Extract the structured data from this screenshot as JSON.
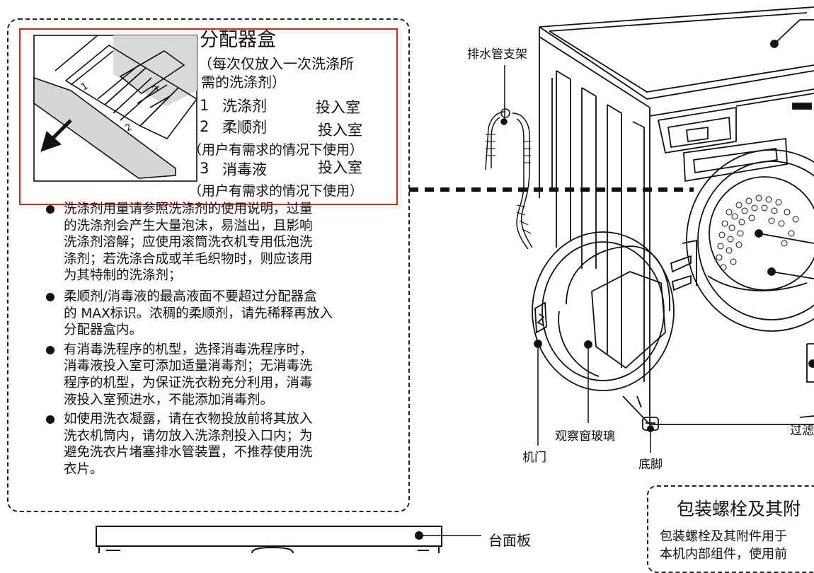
{
  "dispenser": {
    "title": "分配器盒",
    "subtitle_1": "（每次仅放入一次洗涤所",
    "subtitle_2": "需的洗涤剂）",
    "item1_num": "1",
    "item1_name": "洗涤剂",
    "item1_suffix": "投入室",
    "item2_num": "2",
    "item2_name": "柔顺剂",
    "item2_suffix": "投入室",
    "item2_note": "（用户有需求的情况下使用）",
    "item3_num": "3",
    "item3_name": "消毒液",
    "item3_suffix": "投入室",
    "item3_note": "（用户有需求的情况下使用）",
    "drawer_labels": [
      "1",
      "2",
      "3"
    ]
  },
  "notes": [
    {
      "lines": [
        "洗涤剂用量请参照洗涤剂的使用说明，过量",
        "的洗涤剂会产生大量泡沫，易溢出，且影响",
        "洗涤剂溶解；应使用滚筒洗衣机专用低泡洗",
        "涤剂；若洗涤合成或羊毛织物时，则应该用",
        "为其特制的洗涤剂；"
      ]
    },
    {
      "lines": [
        "柔顺剂/消毒液的最高液面不要超过分配器盒",
        "的 MAX标识。浓稠的柔顺剂，请先稀释再放入",
        "分配器盒内。"
      ]
    },
    {
      "lines": [
        "有消毒洗程序的机型，选择消毒洗程序时，",
        "消毒液投入室可添加适量消毒剂；无消毒洗",
        "程序的机型，为保证洗衣粉充分利用，消毒",
        "液投入室预进水，不能添加消毒剂。"
      ]
    },
    {
      "lines": [
        "如使用洗衣凝露，请在衣物投放前将其放入",
        "洗衣机筒内，请勿放入洗涤剂投入口内；为",
        "避免洗衣片堵塞排水管装置，不推荐使用洗",
        "衣片。"
      ]
    }
  ],
  "labels": {
    "drain_bracket": "排水管支架",
    "door": "机门",
    "window_glass": "观察窗玻璃",
    "foot": "底脚",
    "filter_partial": "过滤",
    "countertop": "台面板"
  },
  "packaging": {
    "title_partial": "包装螺栓及其附",
    "line1_partial": "包装螺栓及其附件用于",
    "line2_partial": "本机内部组件，使用前"
  },
  "colors": {
    "highlight_border": "#e02424",
    "ink": "#111111"
  }
}
